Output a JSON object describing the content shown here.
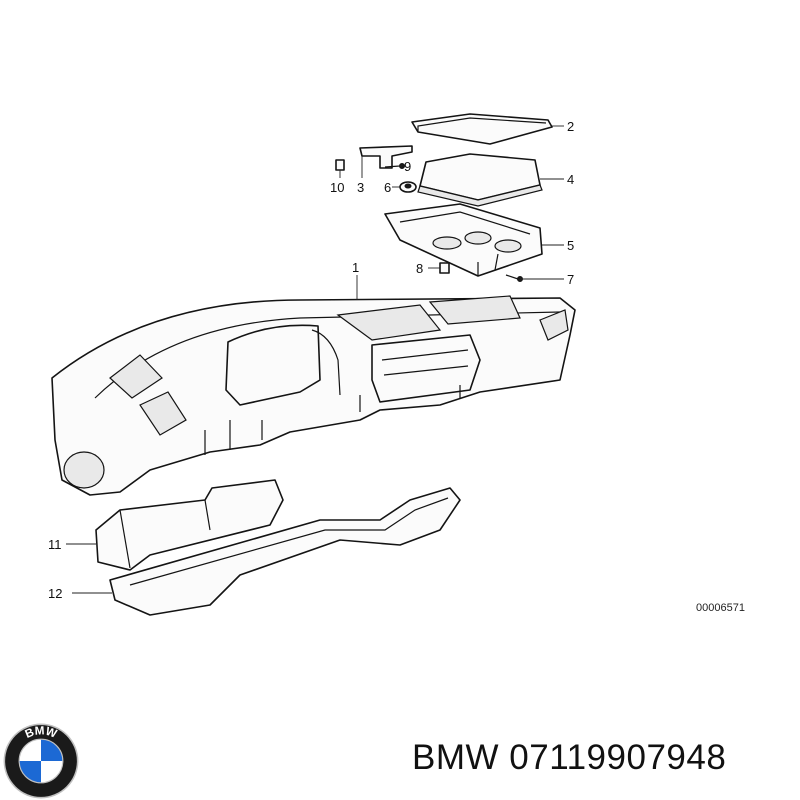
{
  "diagram": {
    "callouts": [
      "1",
      "2",
      "3",
      "4",
      "5",
      "6",
      "7",
      "8",
      "9",
      "10",
      "11",
      "12"
    ],
    "reference_number": "00006571"
  },
  "footer": {
    "brand_name": "BMW",
    "part_number": "07119907948",
    "logo_text": "BMW",
    "logo_colors": {
      "blue": "#1c69d4",
      "black": "#1a1a1a",
      "white": "#ffffff",
      "ring": "#c0c0c0"
    }
  }
}
